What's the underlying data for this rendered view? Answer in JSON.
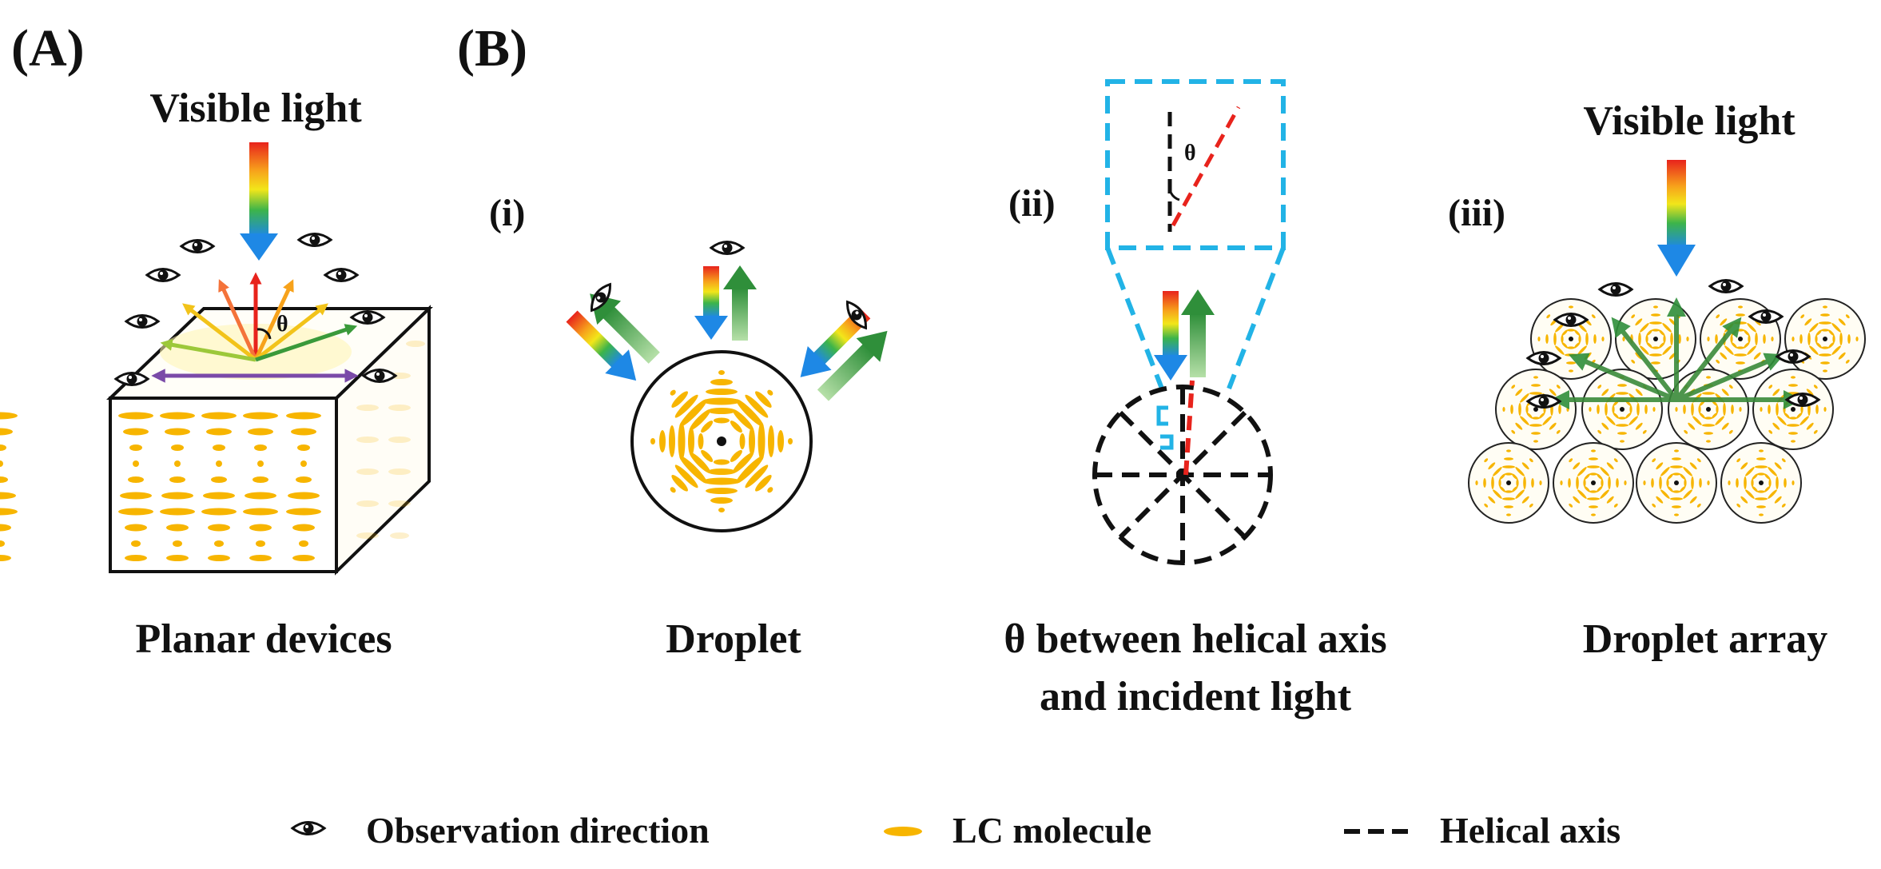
{
  "panels": {
    "a": {
      "label": "(A)",
      "light_label": "Visible light",
      "caption": "Planar devices",
      "angle_symbol": "θ"
    },
    "b": {
      "label": "(B)",
      "i": {
        "label": "(i)",
        "caption": "Droplet"
      },
      "ii": {
        "label": "(ii)",
        "caption_line1": "θ between helical axis",
        "caption_line2": "and incident light",
        "angle_symbol": "θ"
      },
      "iii": {
        "label": "(iii)",
        "light_label": "Visible light",
        "caption": "Droplet array"
      }
    }
  },
  "legend": {
    "observation": "Observation direction",
    "lc_molecule": "LC molecule",
    "helical_axis": "Helical axis"
  },
  "colors": {
    "lc_molecule": "#f7b500",
    "helical_axis": "#111111",
    "inset_border": "#22b3e6",
    "tilt_axis": "#e8231c",
    "reflect_arrow": "#3a9a3a",
    "spectrum": [
      "#e8231c",
      "#f7a21b",
      "#f2e61a",
      "#3cb44a",
      "#1e88e5"
    ]
  }
}
